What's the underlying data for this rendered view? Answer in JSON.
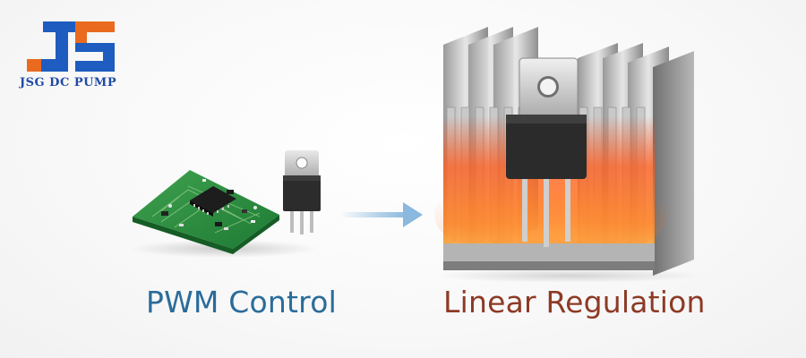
{
  "brand": {
    "logo_text": "JSG DC PUMP",
    "colors": {
      "blue": "#1e5cc0",
      "orange": "#ea6a1f"
    }
  },
  "left_panel": {
    "label": "PWM Control",
    "icon": "pcb-with-mosfet-icon"
  },
  "arrow": {
    "icon": "right-arrow-icon",
    "color": "#a9cbe6"
  },
  "right_panel": {
    "label": "Linear Regulation",
    "icon": "hot-heatsink-regulator-icon"
  },
  "colors": {
    "pwm_label": "#2a6c9a",
    "linear_label": "#8d3a25",
    "heat": "#ff5a1a"
  }
}
